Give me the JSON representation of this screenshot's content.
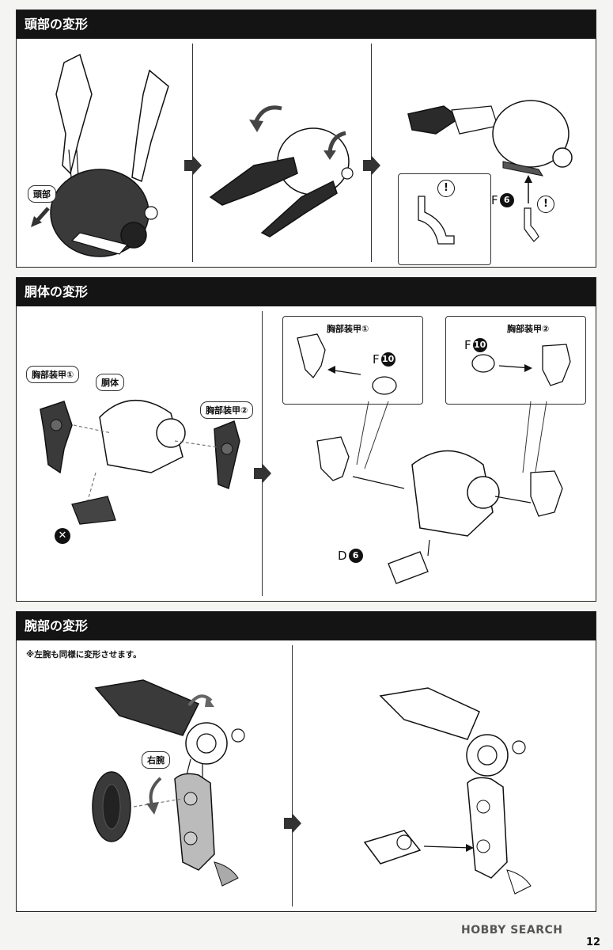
{
  "sections": {
    "head": {
      "title": "頭部の変形",
      "label_head": "頭部",
      "part_letter": "F",
      "part_number": "6",
      "warn": "!"
    },
    "torso": {
      "title": "胴体の変形",
      "label_chest1": "胸部装甲①",
      "label_body": "胴体",
      "label_chest2": "胸部装甲②",
      "callout1_title": "胸部装甲①",
      "callout2_title": "胸部装甲②",
      "part_f_letter": "F",
      "part_f_number": "10",
      "part_d_letter": "D",
      "part_d_number": "6",
      "remove_mark": "✕"
    },
    "arm": {
      "title": "腕部の変形",
      "note": "※左腕も同様に変形させます。",
      "label_right_arm": "右腕"
    }
  },
  "footer": {
    "brand": "HOBBY SEARCH",
    "page_number": "12"
  }
}
